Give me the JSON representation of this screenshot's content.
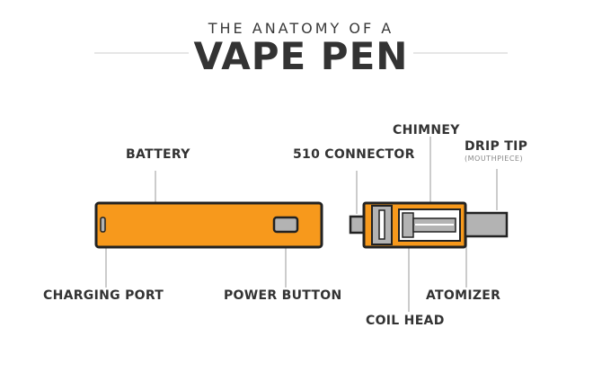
{
  "header": {
    "subtitle": "THE ANATOMY OF A",
    "title": "VAPE PEN"
  },
  "labels": {
    "battery": "BATTERY",
    "charging_port": "CHARGING PORT",
    "power_button": "POWER BUTTON",
    "connector": "510 CONNECTOR",
    "chimney": "CHIMNEY",
    "drip_tip": "DRIP TIP",
    "drip_tip_note": "(MOUTHPIECE)",
    "coil_head": "COIL HEAD",
    "atomizer": "ATOMIZER"
  },
  "colors": {
    "battery_orange": "#f7991c",
    "outline": "#222222",
    "metal_gray": "#b3b3b3",
    "leader_gray": "#cccccc",
    "rule_gray": "#e6e6e6",
    "text": "#333333"
  }
}
